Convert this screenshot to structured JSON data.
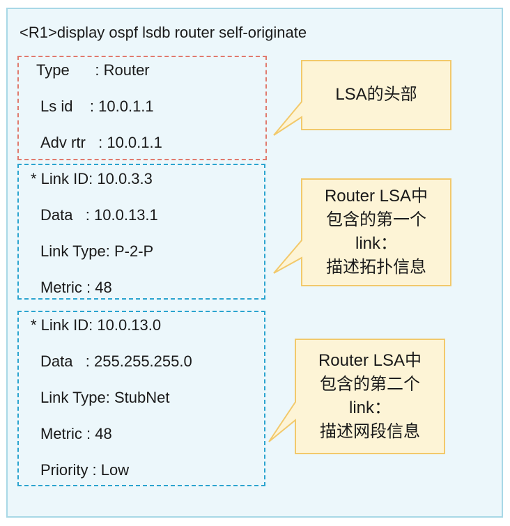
{
  "command": "<R1>display ospf lsdb router self-originate",
  "header_section": {
    "lines": [
      "Type      : Router",
      "Ls id    : 10.0.1.1",
      "Adv rtr   : 10.0.1.1"
    ]
  },
  "link1_section": {
    "lines": [
      "* Link ID: 10.0.3.3",
      "Data   : 10.0.13.1",
      "Link Type: P-2-P",
      "Metric : 48"
    ]
  },
  "link2_section": {
    "lines": [
      "* Link ID: 10.0.13.0",
      "Data   : 255.255.255.0",
      "Link Type: StubNet",
      "Metric : 48",
      "Priority : Low"
    ]
  },
  "callouts": [
    {
      "lines": [
        "LSA的头部"
      ]
    },
    {
      "lines": [
        "Router LSA中",
        "包含的第一个",
        "link：",
        "描述拓扑信息"
      ]
    },
    {
      "lines": [
        "Router LSA中",
        "包含的第二个",
        "link：",
        "描述网段信息"
      ]
    }
  ],
  "colors": {
    "frame_border": "#a8d8e6",
    "frame_fill": "#ecf7fb",
    "header_box": "#e07a6e",
    "link_box": "#2ba4cf",
    "callout_fill": "#fdf4d6",
    "callout_border": "#f2c96b"
  }
}
